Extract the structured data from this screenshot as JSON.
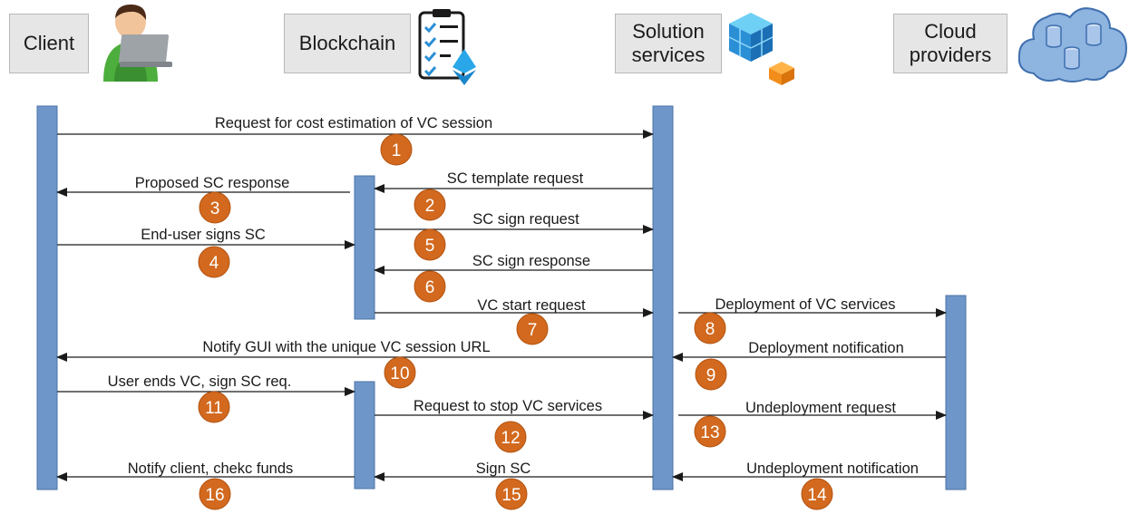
{
  "actors": {
    "client": "Client",
    "blockchain": "Blockchain",
    "solution_line1": "Solution",
    "solution_line2": "services",
    "cloud_line1": "Cloud",
    "cloud_line2": "providers"
  },
  "icons": {
    "client": "user-laptop-icon",
    "blockchain": "checklist-ethereum-icon",
    "solution": "cube-stack-icon",
    "cloud": "cloud-database-icon"
  },
  "colors": {
    "lifeline": "#6f96c8",
    "lifeline_border": "#4a73a8",
    "badge": "#d2691e",
    "arrow": "#1a1a1a"
  },
  "messages": [
    {
      "text": "Request for cost estimation of VC session",
      "step": "1"
    },
    {
      "text": "SC template request",
      "step": "2"
    },
    {
      "text": "Proposed SC response",
      "step": "3"
    },
    {
      "text": "End-user signs SC",
      "step": "4"
    },
    {
      "text": "SC sign request",
      "step": "5"
    },
    {
      "text": "SC sign response",
      "step": "6"
    },
    {
      "text": "VC start request",
      "step": "7"
    },
    {
      "text": "Deployment of VC services",
      "step": "8"
    },
    {
      "text": "Deployment notification",
      "step": "9"
    },
    {
      "text": "Notify GUI with the unique VC session URL",
      "step": "10"
    },
    {
      "text": "User ends VC, sign SC req.",
      "step": "11"
    },
    {
      "text": "Request to stop VC services",
      "step": "12"
    },
    {
      "text": "Undeployment request",
      "step": "13"
    },
    {
      "text": "Undeployment notification",
      "step": "14"
    },
    {
      "text": "Sign SC",
      "step": "15"
    },
    {
      "text": "Notify client, chekc funds",
      "step": "16"
    }
  ]
}
